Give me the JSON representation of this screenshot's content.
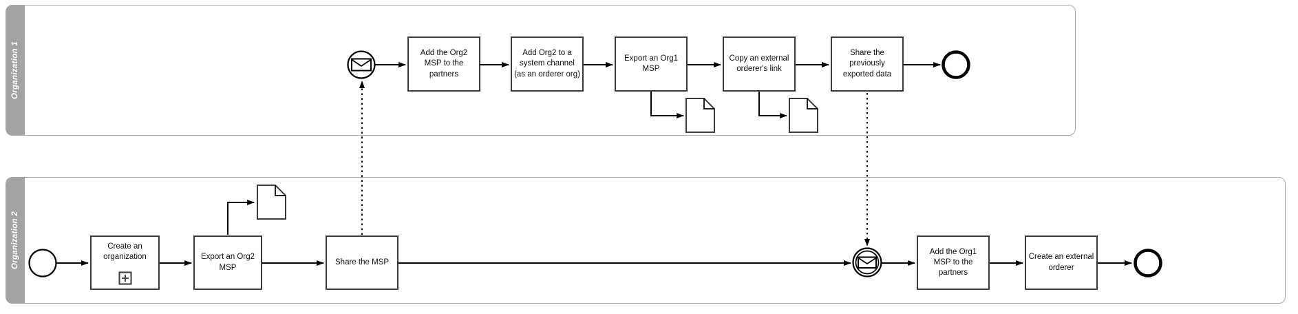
{
  "diagram": {
    "kind": "BPMN collaboration diagram"
  },
  "lanes": [
    {
      "label": "Organization 1",
      "tasks": [
        "Add the Org2\nMSP to the\npartners",
        "Add Org2 to a\nsystem channel\n(as an orderer org)",
        "Export an Org1\nMSP",
        "Copy an external\norderer's link",
        "Share the\npreviously\nexported data"
      ],
      "events": {
        "start": "message-start-event",
        "end": "end-event"
      },
      "data_objects": [
        "document",
        "document"
      ]
    },
    {
      "label": "Organization 2",
      "tasks": [
        "Create an\norganization",
        "Export an Org2\nMSP",
        "Share the MSP",
        "Add the Org1\nMSP to the\npartners",
        "Create an external\norderer"
      ],
      "events": {
        "start": "start-event",
        "intermediate": "message-catch-event",
        "end": "end-event"
      },
      "data_objects": [
        "document"
      ]
    }
  ],
  "colors": {
    "background": "#ffffff",
    "lane_header": "#a3a3a3",
    "lane_border": "#a9a9a9",
    "lane_label_text": "#ffffff",
    "shape_border": "#3a3a3a",
    "shape_fill": "#ffffff",
    "flow_line": "#000000"
  }
}
